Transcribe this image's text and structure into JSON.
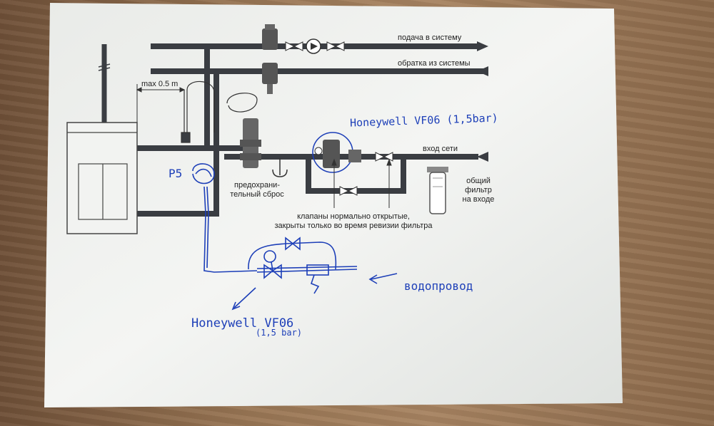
{
  "labels": {
    "supply": "подача в систему",
    "return": "обратка из системы",
    "max_len": "max 0.5 m",
    "inlet": "вход сети",
    "relief_1": "предохрани-",
    "relief_2": "тельный сброс",
    "filter_1": "общий",
    "filter_2": "фильтр",
    "filter_3": "на входе",
    "valves_1": "клапаны нормально открытые,",
    "valves_2": "закрыты только во время ревизии фильтра"
  },
  "handwritten": {
    "honeywell_top": "Honeywell VF06 (1,5bar)",
    "honeywell_bottom": "Honeywell VF06",
    "pressure_bottom": "(1,5 bar)",
    "p5": "P5",
    "water_main": "водопровод"
  },
  "colors": {
    "pipe": "#3a3d42",
    "ink": "#1d3fb8",
    "paper": "#f3f4f2"
  }
}
